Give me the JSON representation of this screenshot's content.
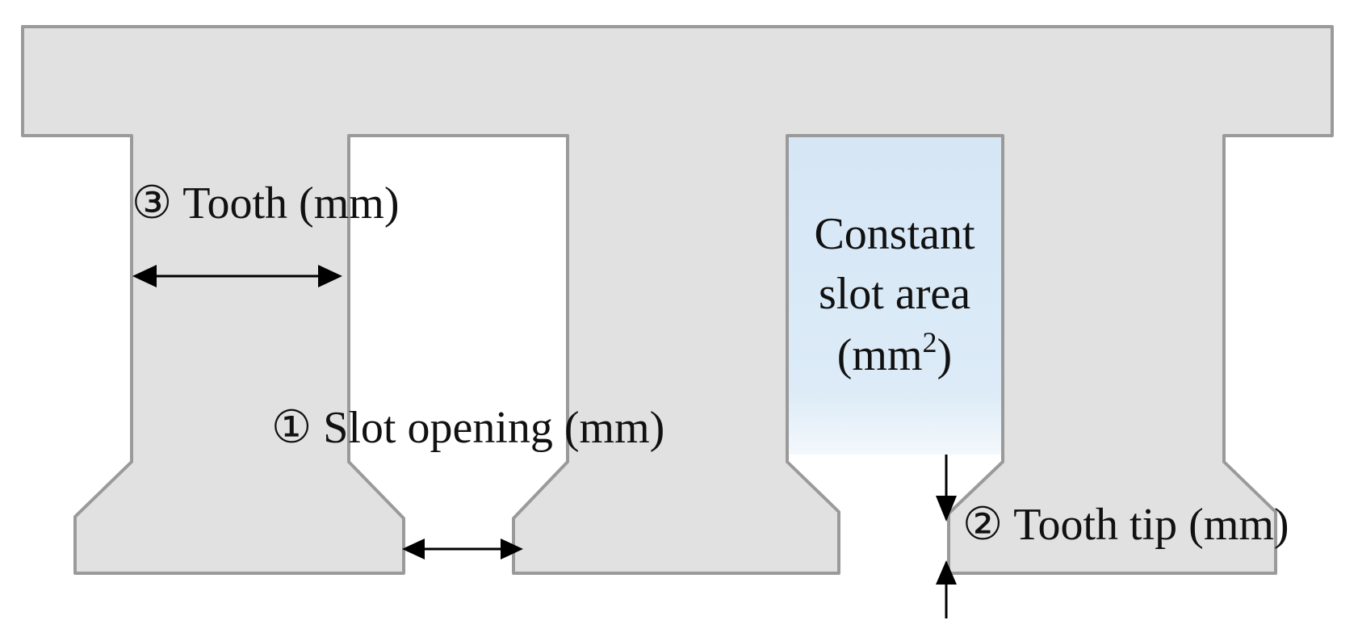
{
  "labels": {
    "tooth": "③ Tooth (mm)",
    "slot_opening": "① Slot opening (mm)",
    "tooth_tip": "② Tooth tip (mm)",
    "slot_area_line1": "Constant",
    "slot_area_line2": "slot area",
    "slot_area_line3_base": "(mm",
    "slot_area_line3_sup": "2",
    "slot_area_line3_close": ")"
  },
  "colors": {
    "stator_fill": "#e1e1e1",
    "stator_stroke": "#9a9a9a",
    "slot_area_fill": "#d6e6f5",
    "arrow": "#000000"
  }
}
